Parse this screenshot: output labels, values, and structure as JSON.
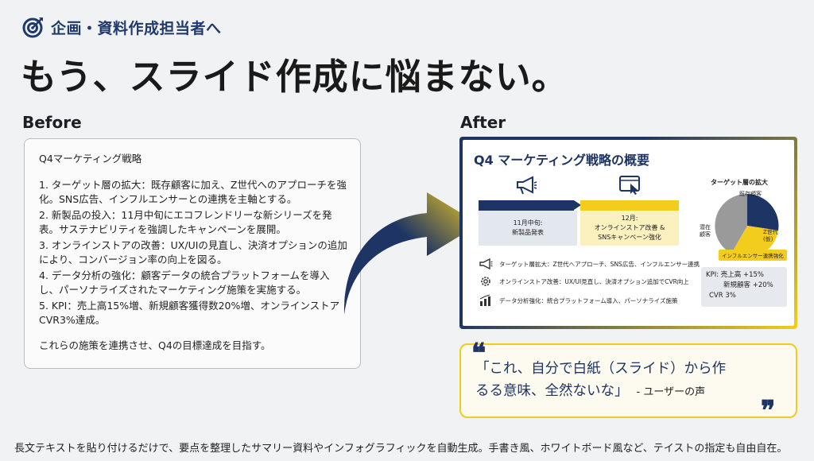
{
  "header": {
    "tag": "企画・資料作成担当者へ",
    "headline": "もう、スライド作成に悩まない。"
  },
  "before": {
    "label": "Before",
    "title": "Q4マーケティング戦略",
    "items": [
      "1. ターゲット層の拡大：既存顧客に加え、Z世代へのアプローチを強化。SNS広告、インフルエンサーとの連携を主軸とする。",
      "2. 新製品の投入：11月中旬にエコフレンドリーな新シリーズを発表。サステナビリティを強調したキャンペーンを展開。",
      "3. オンラインストアの改善：UX/UIの見直し、決済オプションの追加により、コンバージョン率の向上を図る。",
      "4. データ分析の強化：顧客データの統合プラットフォームを導入し、パーソナライズされたマーケティング施策を実施する。",
      "5. KPI：売上高15%増、新規顧客獲得数20%増、オンラインストアCVR3%達成。"
    ],
    "closing": "これらの施策を連携させ、Q4の目標達成を目指す。"
  },
  "after": {
    "label": "After",
    "slide_title": "Q4 マーケティング戦略の概要",
    "timeline": [
      {
        "line1": "11月中旬:",
        "line2": "新製品発表"
      },
      {
        "line1": "12月:",
        "line2": "オンラインストア改善 &",
        "line3": "SNSキャンペーン強化"
      }
    ],
    "features": [
      {
        "icon": "megaphone-icon",
        "text": "ターゲット層拡大：Z世代へアプローチ、SNS広告、インフルエンサー連携"
      },
      {
        "icon": "gear-icon",
        "text": "オンラインストア改善：UX/UI見直し、決済オプション追加でCVR向上"
      },
      {
        "icon": "bar-chart-icon",
        "text": "データ分析強化：統合プラットフォーム導入、パーソナライズ施策"
      }
    ],
    "pie": {
      "title": "ターゲット層の拡大",
      "labels": [
        "既存顧客",
        "潜在顧客",
        "Z世代"
      ],
      "sublabel": "(仮)",
      "legend": "インフルエンサー連携強化"
    },
    "kpi": [
      "KPI: 売上高 +15%",
      "新規顧客 +20%",
      "CVR 3%"
    ]
  },
  "quote": {
    "open_mark": "❝",
    "close_mark": "❞",
    "line1": "「これ、自分で白紙（スライド）から作",
    "line2": "るる意味、全然ないな」",
    "attribution": "- ユーザーの声"
  },
  "footer": "長文テキストを貼り付けるだけで、要点を整理したサマリー資料やインフォグラフィックを自動生成。手書き風、ホワイトボード風など、テイストの指定も自由自在。",
  "colors": {
    "navy": "#1e3464",
    "yellow": "#f3cd1e",
    "gray": "#9a9a9a"
  }
}
